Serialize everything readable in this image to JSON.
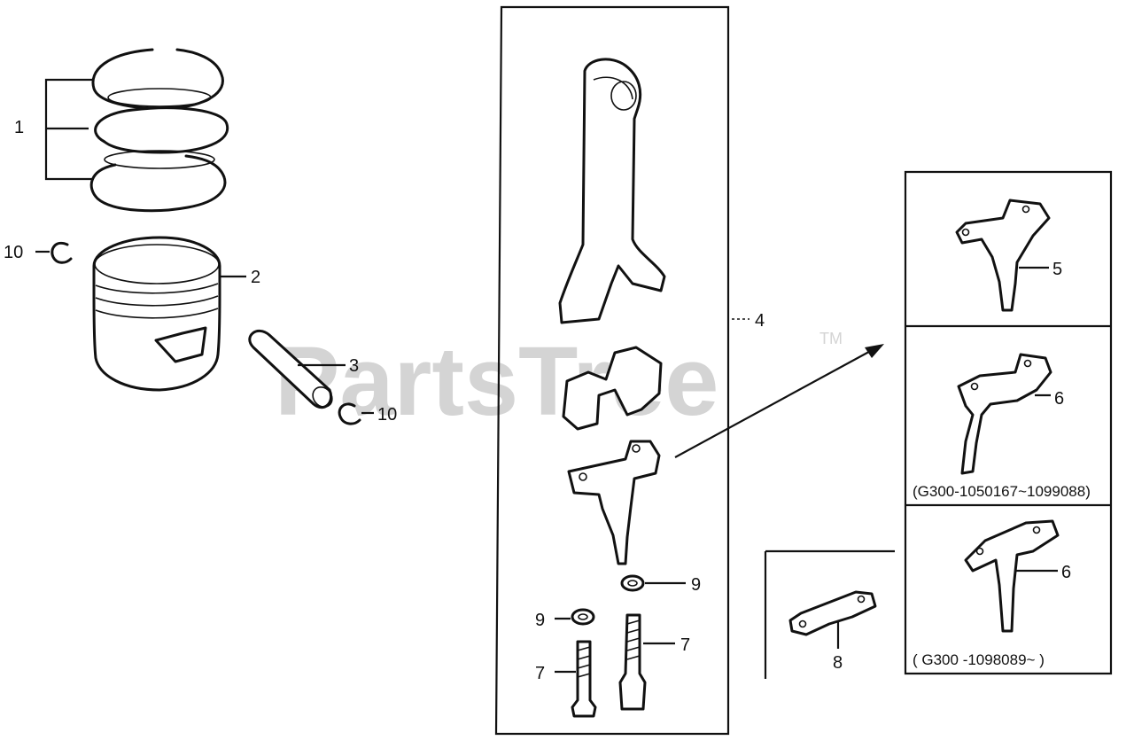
{
  "watermark": {
    "brand": "PartsTree",
    "trademark": "TM"
  },
  "callouts": {
    "rings": "1",
    "piston": "2",
    "piston_pin": "3",
    "connecting_rod": "4",
    "dipper_a": "5",
    "dipper_b": "6",
    "dipper_c": "6",
    "lock_plate": "8",
    "bolt_left": "7",
    "bolt_right": "7",
    "washer_left": "9",
    "washer_right": "9",
    "clip_left": "10",
    "clip_right": "10"
  },
  "serial_ranges": {
    "dipper_b": "(G300-1050167~1099088)",
    "dipper_c": "( G300 -1098089~ )"
  }
}
